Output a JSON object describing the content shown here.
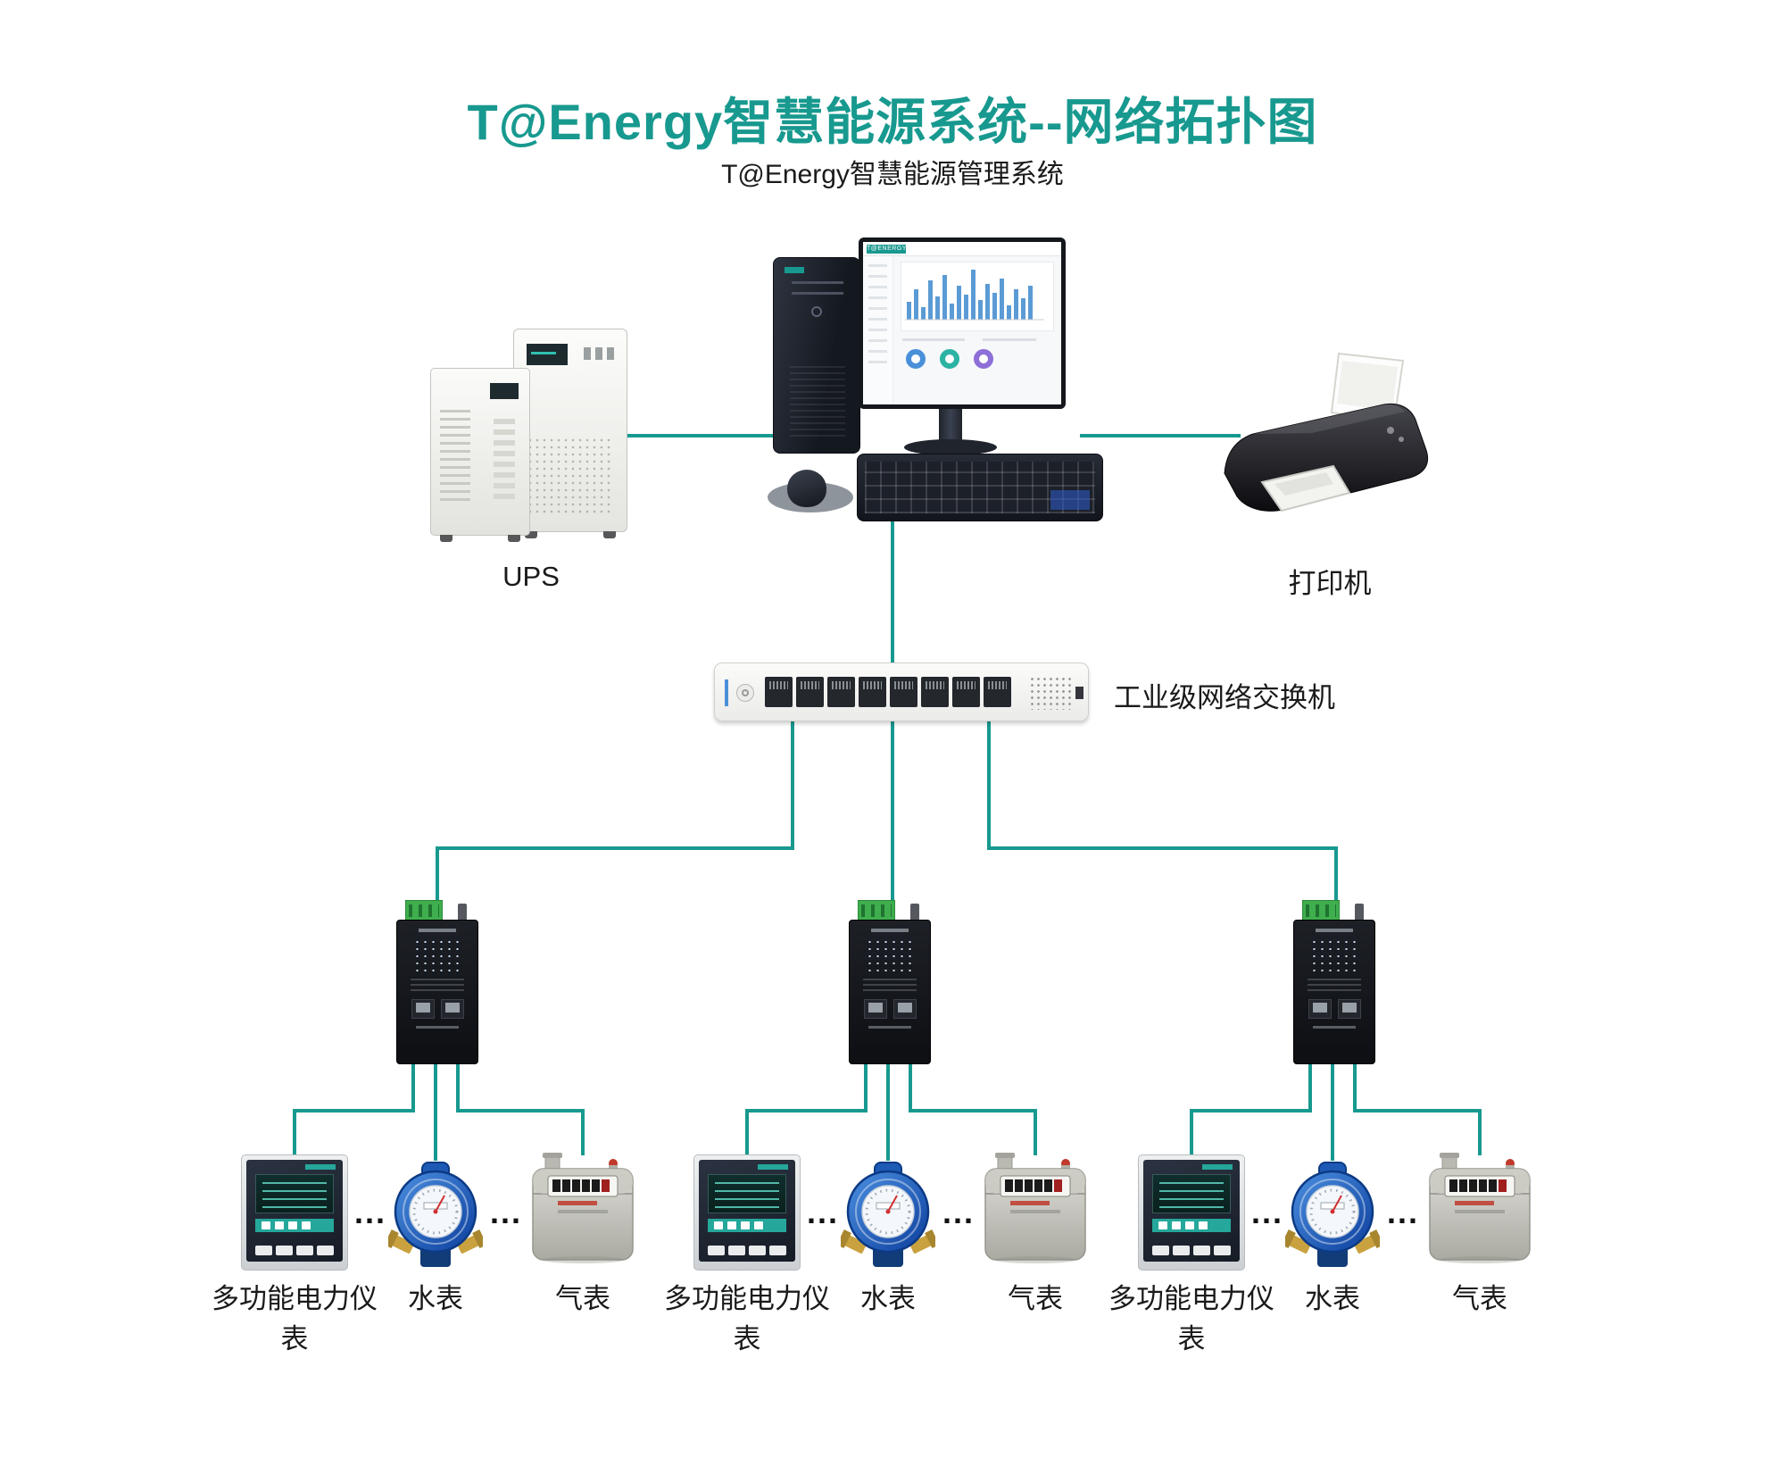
{
  "title": "T@Energy智慧能源系统--网络拓扑图",
  "colors": {
    "accent": "#18998f",
    "line": "#18998f"
  },
  "nodes": {
    "management_system": {
      "label": "T@Energy智慧能源管理系统",
      "monitor_brand": "T@ENERGY"
    },
    "ups": {
      "label": "UPS"
    },
    "printer": {
      "label": "打印机"
    },
    "switch": {
      "label": "工业级网络交换机"
    }
  },
  "branch_labels": {
    "power_meter": "多功能电力仪表",
    "water_meter": "水表",
    "gas_meter": "气表",
    "ellipsis": "..."
  }
}
